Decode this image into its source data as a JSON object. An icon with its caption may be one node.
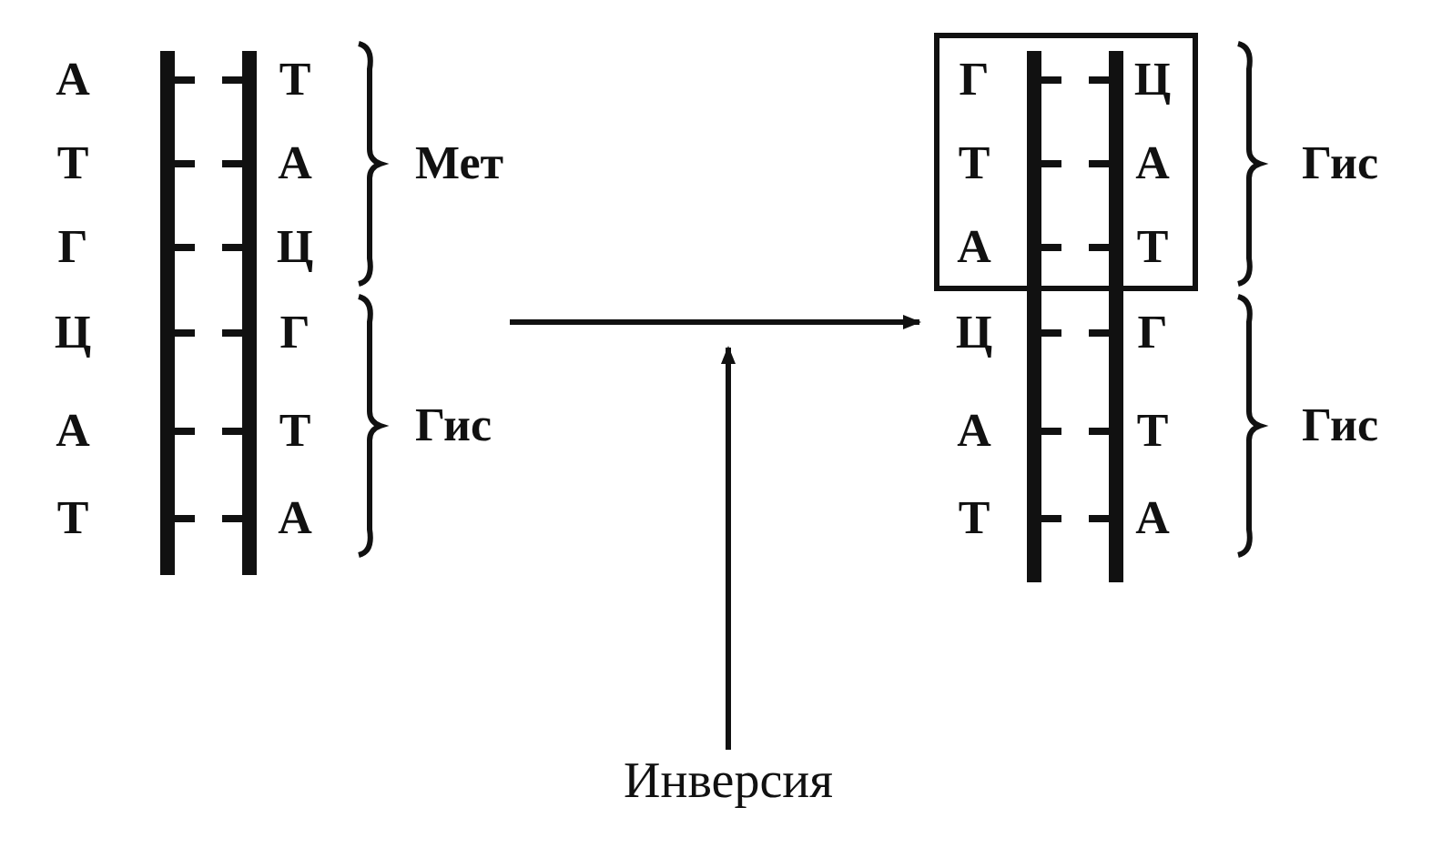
{
  "diagram": {
    "nodes": [
      {
        "text": [
          "А",
          "Т",
          "Т",
          "А",
          "Г",
          "Ц",
          "Ц",
          "Г",
          "А",
          "Т",
          "Т",
          "А"
        ],
        "beside": [
          "Мет",
          "Гис"
        ]
      },
      {
        "text": [
          "Ц",
          "Г",
          "А",
          "Т",
          "Т",
          "А"
        ],
        "beside": [
          "Гис",
          "Гис"
        ]
      },
      {
        "text": [
          "Г",
          "Ц",
          "Т",
          "А",
          "А",
          "Т"
        ],
        "in": 1
      },
      {
        "text": [
          "Инверсия"
        ]
      }
    ],
    "edges": [
      {
        "from": 0,
        "to": 1,
        "arrow": "to"
      },
      {
        "from": 3,
        "to": null,
        "arrow": "to"
      }
    ]
  }
}
